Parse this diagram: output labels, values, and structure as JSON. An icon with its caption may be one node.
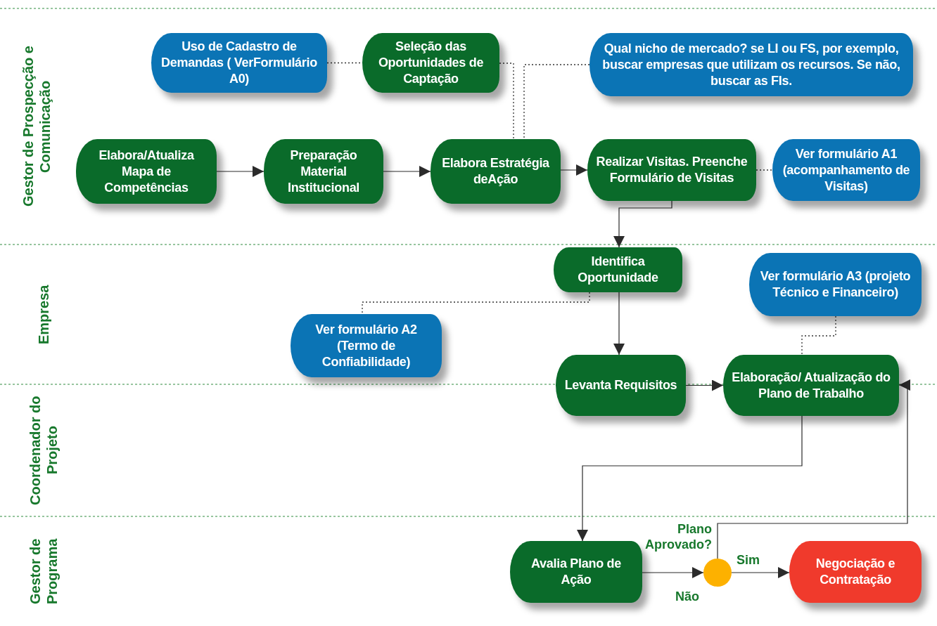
{
  "diagram": {
    "nodes": [
      {
        "text": [
          "Uso de Cadastro de Demandas ( VerFormulário A0)"
        ]
      },
      {
        "text": [
          "Seleção das Oportunidades de Captação"
        ]
      },
      {
        "text": [
          "Qual nicho de mercado? se LI ou FS, por exemplo, buscar empresas que utilizam os recursos. Se não, buscar as FIs."
        ]
      },
      {
        "text": [
          "Elabora/Atualiza Mapa de Competências"
        ]
      },
      {
        "text": [
          "Preparação Material Institucional"
        ]
      },
      {
        "text": [
          "Elabora Estratégia deAção"
        ]
      },
      {
        "text": [
          "Realizar Visitas. Preenche Formulário de Visitas"
        ]
      },
      {
        "text": [
          "Ver formulário A1 (acompanhamento de Visitas)"
        ]
      },
      {
        "text": [
          "Identifica Oportunidade"
        ]
      },
      {
        "text": [
          "Ver formulário A3 (projeto Técnico e Financeiro)"
        ]
      },
      {
        "text": [
          "Ver formulário A2 (Termo de Confiabilidade)"
        ]
      },
      {
        "text": [
          "Levanta Requisitos"
        ]
      },
      {
        "text": [
          "Elaboração/ Atualização do Plano de Trabalho"
        ]
      },
      {
        "text": [
          "Avalia Plano de Ação"
        ]
      },
      {
        "text": [],
        "shape": "circle",
        "beside": [
          "Plano Aprovado?"
        ]
      },
      {
        "text": [
          "Negociação e Contratação"
        ]
      }
    ],
    "edges": [
      {
        "from": 3,
        "to": 4,
        "arrow": "to"
      },
      {
        "from": 4,
        "to": 5,
        "arrow": "to"
      },
      {
        "from": 5,
        "to": 6,
        "arrow": "to"
      },
      {
        "from": 6,
        "to": 8,
        "arrow": "to"
      },
      {
        "from": 8,
        "to": 11,
        "arrow": "to"
      },
      {
        "from": 11,
        "to": 12,
        "arrow": "to"
      },
      {
        "from": 12,
        "to": 13,
        "arrow": "to"
      },
      {
        "from": 13,
        "to": 14,
        "arrow": "to"
      },
      {
        "from": 14,
        "to": 15,
        "arrow": "to",
        "label": "Sim"
      },
      {
        "from": 14,
        "to": 12,
        "arrow": "to"
      },
      {
        "from": 0,
        "to": 1,
        "arrow": "none",
        "style": "dashed"
      },
      {
        "from": 1,
        "to": 5,
        "arrow": "none",
        "style": "dashed"
      },
      {
        "from": 2,
        "to": 5,
        "arrow": "none",
        "style": "dashed"
      },
      {
        "from": 6,
        "to": 7,
        "arrow": "none",
        "style": "dashed"
      },
      {
        "from": 8,
        "to": 10,
        "arrow": "none",
        "style": "dashed"
      },
      {
        "from": 9,
        "to": 12,
        "arrow": "none",
        "style": "dashed"
      }
    ],
    "labels": [
      "Gestor de Prospecção e Comunicação",
      "Empresa",
      "Coordenador do Projeto",
      "Gestor de Programa",
      "Não"
    ]
  }
}
